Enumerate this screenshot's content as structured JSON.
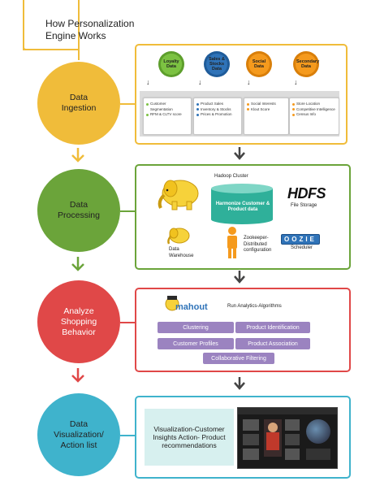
{
  "title": "How Personalization Engine Works",
  "stages": [
    {
      "label": "Data Ingestion",
      "color": "#f0bc3a"
    },
    {
      "label": "Data Processing",
      "color": "#6ba43a"
    },
    {
      "label": "Analyze Shopping Behavior",
      "color": "#e04848"
    },
    {
      "label": "Data Visualization/ Action list",
      "color": "#3fb3cc"
    }
  ],
  "ingestion": {
    "gears": [
      {
        "label": "Loyalty Data",
        "color": "#7cc242"
      },
      {
        "label": "Sales & Stocks Data",
        "color": "#2f73b8"
      },
      {
        "label": "Social Data",
        "color": "#f59a1d"
      },
      {
        "label": "Secondary Data",
        "color": "#f59a1d"
      }
    ],
    "cards": [
      {
        "items": [
          "Customer Segmentation",
          "RFM & CLTV score"
        ],
        "dot": "#7cc242"
      },
      {
        "items": [
          "Product Sales",
          "Inventory & Stocks",
          "Prices & Promotion"
        ],
        "dot": "#2f73b8"
      },
      {
        "items": [
          "Social Interests",
          "Klout Score"
        ],
        "dot": "#f59a1d"
      },
      {
        "items": [
          "Store Location",
          "Competitive Intelligence",
          "Census Info"
        ],
        "dot": "#f59a1d"
      }
    ]
  },
  "processing": {
    "hadoop_cluster": "Hadoop Cluster",
    "harmonize": "Harmonize Customer & Product data",
    "hdfs_logo": "HDFS",
    "file_storage": "File Storage",
    "data_warehouse": "Data Warehouse",
    "zookeeper": "Zookeeper- Distributed configuration",
    "oozie_logo": "OOZIE",
    "scheduler": "Scheduler"
  },
  "analyze": {
    "mahout_logo": "mahout",
    "run_analytics": "Run Analytics-Algorithms",
    "buttons": [
      "Clustering",
      "Product Identification",
      "Customer Profiles",
      "Product Association",
      "Collaborative Filtering"
    ]
  },
  "visualization": {
    "text": "Visualization-Customer Insights Action- Product recommendations"
  }
}
